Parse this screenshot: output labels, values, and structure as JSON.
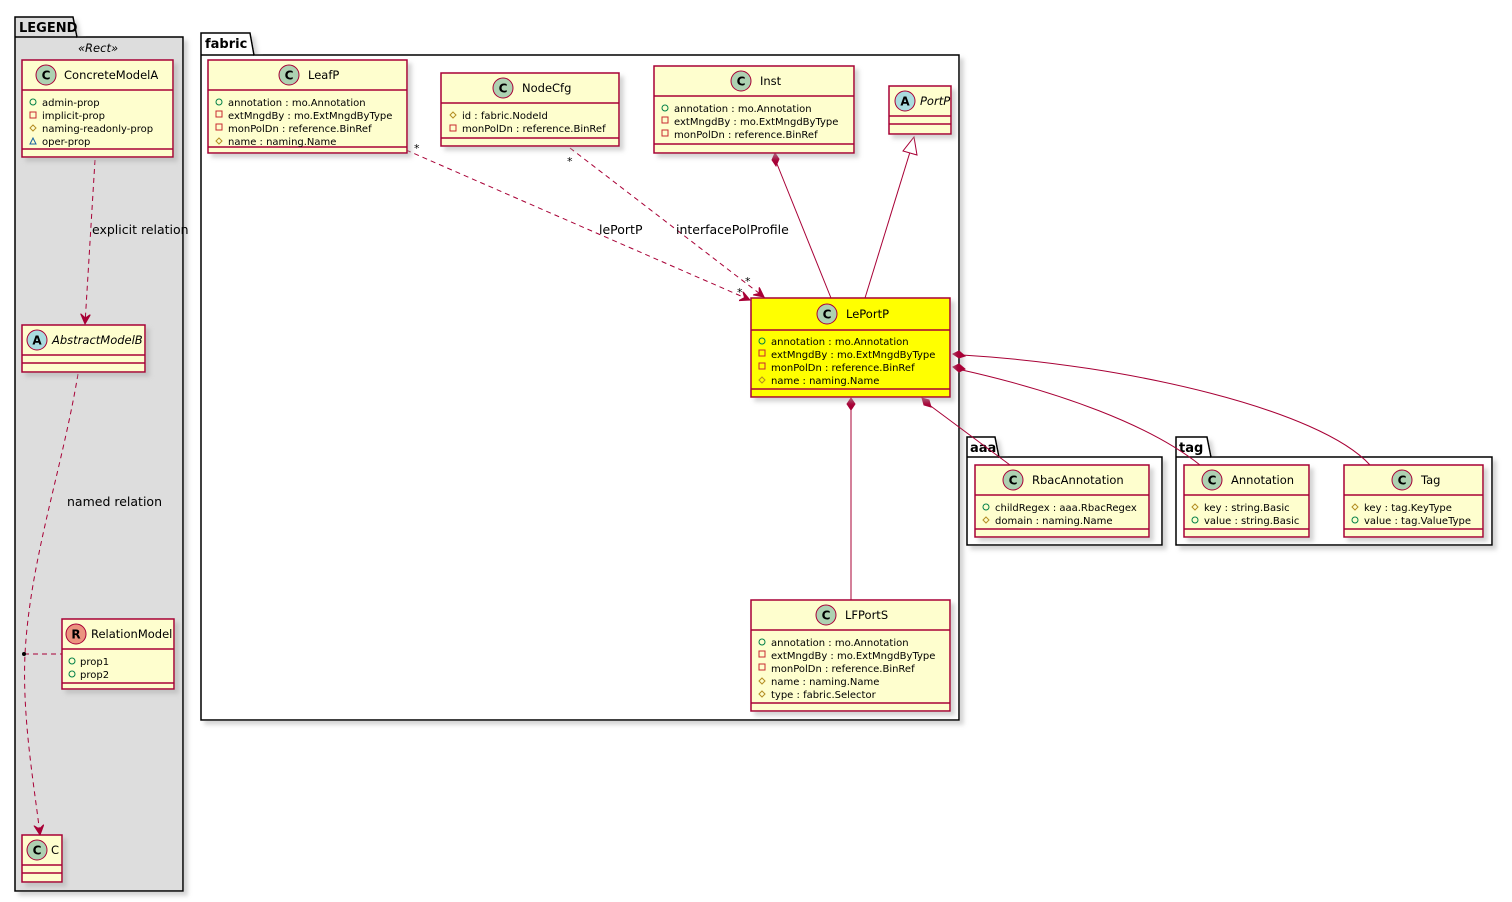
{
  "packages": {
    "legend": {
      "name": "LEGEND",
      "stereotype": "«Rect»"
    },
    "fabric": {
      "name": "fabric"
    },
    "aaa": {
      "name": "aaa"
    },
    "tag": {
      "name": "tag"
    }
  },
  "classes": {
    "concrete_model_a": {
      "name": "ConcreteModelA",
      "badge": "C",
      "attributes": [
        "admin-prop",
        "implicit-prop",
        "naming-readonly-prop",
        "oper-prop"
      ]
    },
    "abstract_model_b": {
      "name": "AbstractModelB",
      "badge": "A"
    },
    "relation_model": {
      "name": "RelationModel",
      "badge": "R",
      "attributes": [
        "prop1",
        "prop2"
      ]
    },
    "c": {
      "name": "C",
      "badge": "C"
    },
    "leafp": {
      "name": "LeafP",
      "badge": "C",
      "attributes": [
        "annotation : mo.Annotation",
        "extMngdBy : mo.ExtMngdByType",
        "monPolDn : reference.BinRef",
        "name : naming.Name"
      ]
    },
    "nodecfg": {
      "name": "NodeCfg",
      "badge": "C",
      "attributes": [
        "id : fabric.NodeId",
        "monPolDn : reference.BinRef"
      ]
    },
    "inst": {
      "name": "Inst",
      "badge": "C",
      "attributes": [
        "annotation : mo.Annotation",
        "extMngdBy : mo.ExtMngdByType",
        "monPolDn : reference.BinRef"
      ]
    },
    "portp": {
      "name": "PortP",
      "badge": "A"
    },
    "leportp": {
      "name": "LePortP",
      "badge": "C",
      "attributes": [
        "annotation : mo.Annotation",
        "extMngdBy : mo.ExtMngdByType",
        "monPolDn : reference.BinRef",
        "name : naming.Name"
      ]
    },
    "lfports": {
      "name": "LFPortS",
      "badge": "C",
      "attributes": [
        "annotation : mo.Annotation",
        "extMngdBy : mo.ExtMngdByType",
        "monPolDn : reference.BinRef",
        "name : naming.Name",
        "type : fabric.Selector"
      ]
    },
    "rbac_annotation": {
      "name": "RbacAnnotation",
      "badge": "C",
      "attributes": [
        "childRegex : aaa.RbacRegex",
        "domain : naming.Name"
      ]
    },
    "annotation": {
      "name": "Annotation",
      "badge": "C",
      "attributes": [
        "key : string.Basic",
        "value : string.Basic"
      ]
    },
    "tag": {
      "name": "Tag",
      "badge": "C",
      "attributes": [
        "key : tag.KeyType",
        "value : tag.ValueType"
      ]
    }
  },
  "relations": {
    "explicit": "explicit relation",
    "named": "named relation",
    "leportp": "lePortP",
    "interface_pol_profile": "interfacePolProfile"
  },
  "multiplicity": {
    "many": "*"
  },
  "colors": {
    "class_fill": "#FEFECE",
    "highlight_fill": "#FFFF00",
    "border": "#A80036",
    "legend_bg": "#DDDDDD",
    "badge_class": "#ADD1B2",
    "badge_abstract": "#A9DCDF",
    "badge_relation": "#EB937F"
  }
}
